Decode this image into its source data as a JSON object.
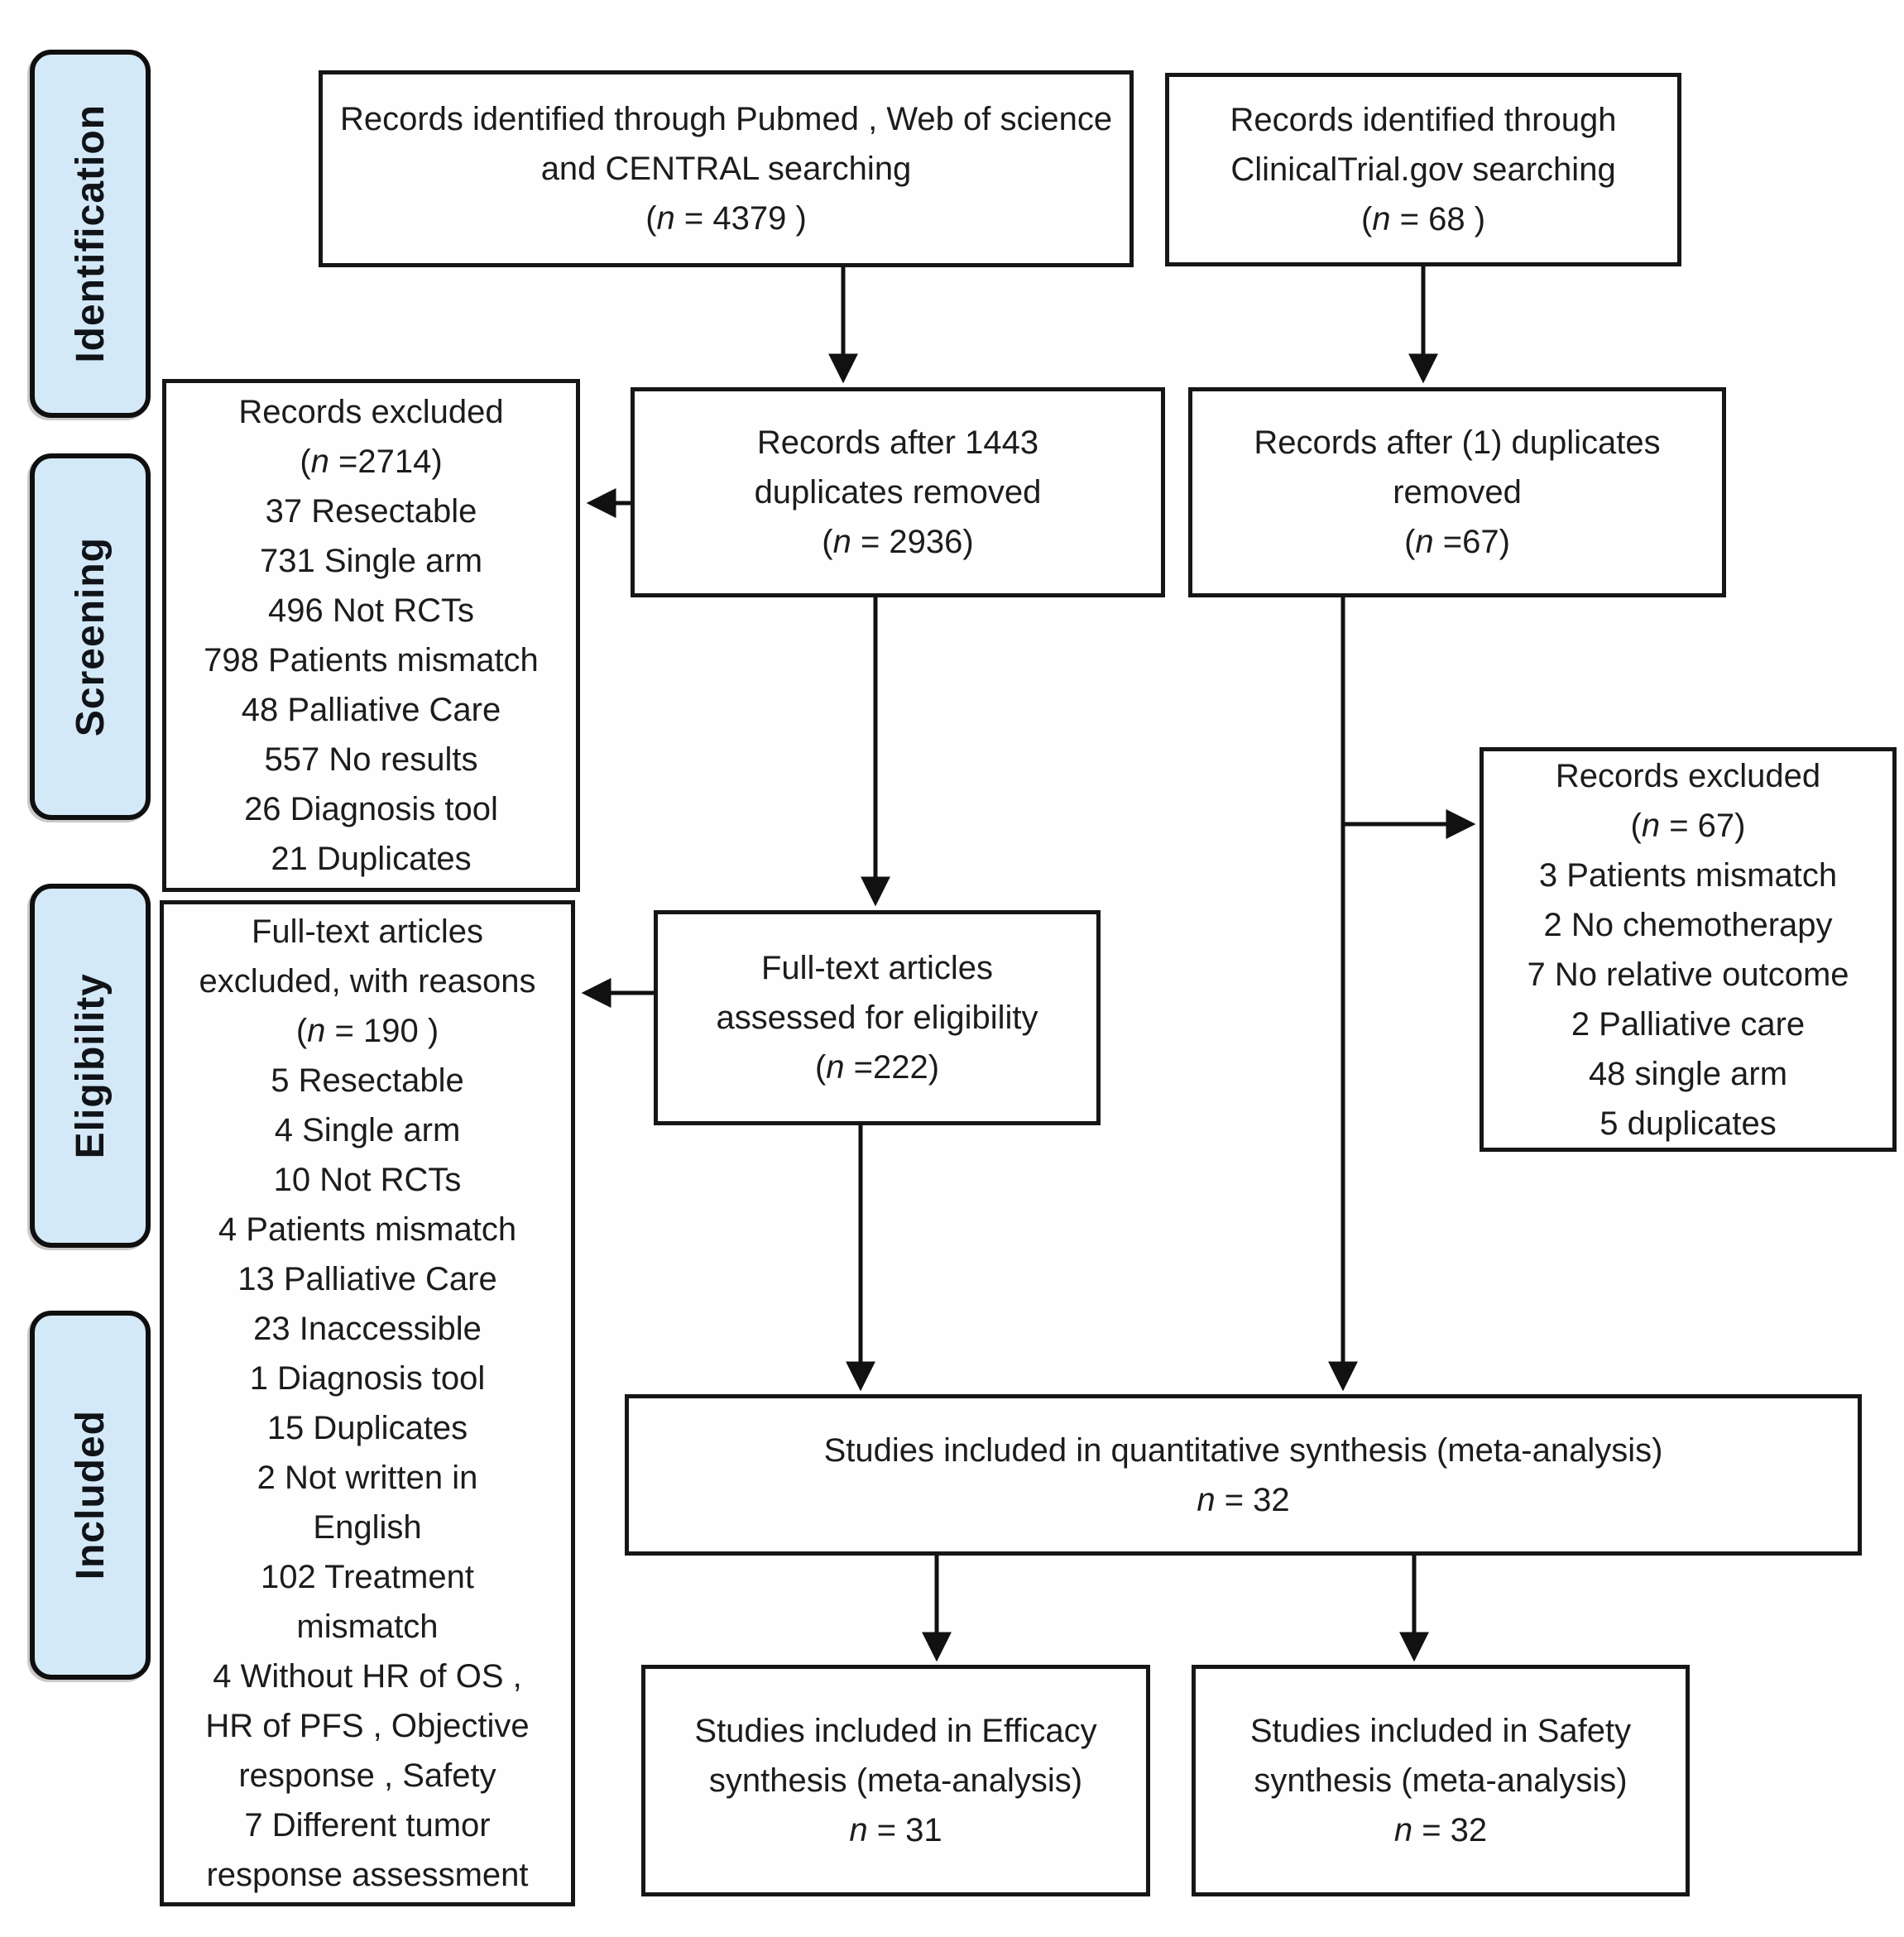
{
  "colors": {
    "background": "#ffffff",
    "tab_fill": "#d4e9f8",
    "box_border": "#161616",
    "arrow": "#111111",
    "text": "#1c1c1c"
  },
  "sidebar": {
    "items": [
      {
        "label": "Identification"
      },
      {
        "label": "Screening"
      },
      {
        "label": "Eligibility"
      },
      {
        "label": "Included"
      }
    ]
  },
  "boxes": {
    "db_search": {
      "lines": [
        "Records identified through Pubmed , Web of science",
        "and CENTRAL searching"
      ],
      "n": {
        "pre": "(",
        "it": "n",
        "post": " = 4379  )"
      }
    },
    "ct_search": {
      "lines": [
        "Records identified through",
        "ClinicalTrial.gov searching"
      ],
      "n": {
        "pre": "(",
        "it": "n",
        "post": " = 68  )"
      }
    },
    "screening_excluded": {
      "title": "Records excluded",
      "n": {
        "pre": "(",
        "it": "n",
        "post": " =2714)"
      },
      "reasons": [
        "37 Resectable",
        "731 Single arm",
        "496 Not RCTs",
        "798 Patients mismatch",
        "48 Palliative Care",
        "557 No results",
        "26 Diagnosis tool",
        "21 Duplicates"
      ]
    },
    "after_dup_db": {
      "lines": [
        "Records after 1443",
        "duplicates removed"
      ],
      "n": {
        "pre": "(",
        "it": "n",
        "post": " = 2936)"
      }
    },
    "after_dup_ct": {
      "lines": [
        "Records after (1) duplicates",
        "removed"
      ],
      "n": {
        "pre": "(",
        "it": "n",
        "post": " =67)"
      }
    },
    "fulltext_excluded": {
      "lines": [
        "Full-text articles",
        "excluded, with reasons"
      ],
      "n": {
        "pre": "(",
        "it": "n",
        "post": " = 190  )"
      },
      "reasons": [
        "5 Resectable",
        "4 Single arm",
        "10 Not RCTs",
        "4 Patients mismatch",
        "13 Palliative Care",
        "23 Inaccessible",
        "1 Diagnosis tool",
        "15 Duplicates",
        "2 Not written in",
        "English",
        "102 Treatment",
        "mismatch",
        "4 Without HR of OS ,",
        "HR of PFS , Objective",
        "response , Safety",
        "7 Different tumor",
        "response assessment"
      ]
    },
    "fulltext_assessed": {
      "lines": [
        "Full-text articles",
        "assessed for eligibility"
      ],
      "n": {
        "pre": "(",
        "it": "n",
        "post": " =222)"
      }
    },
    "ct_excluded": {
      "title": "Records excluded",
      "n": {
        "pre": "(",
        "it": "n",
        "post": " = 67)"
      },
      "reasons": [
        "3 Patients mismatch",
        "2 No chemotherapy",
        "7 No relative outcome",
        "2 Palliative care",
        "48 single arm",
        "5 duplicates"
      ]
    },
    "quant_synthesis": {
      "lines": [
        "Studies included in quantitative synthesis (meta-analysis)"
      ],
      "n": {
        "pre": "",
        "it": "n",
        "post": " = 32"
      }
    },
    "efficacy_synthesis": {
      "lines": [
        "Studies included in Efficacy",
        "synthesis (meta-analysis)"
      ],
      "n": {
        "pre": "",
        "it": "n",
        "post": " = 31"
      }
    },
    "safety_synthesis": {
      "lines": [
        "Studies included in Safety",
        "synthesis (meta-analysis)"
      ],
      "n": {
        "pre": "",
        "it": "n",
        "post": " = 32"
      }
    }
  }
}
